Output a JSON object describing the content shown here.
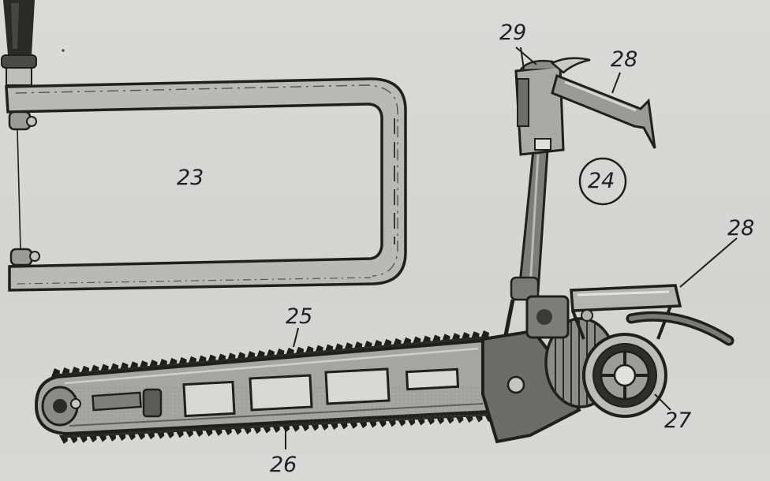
{
  "labels": {
    "saw_frame": "23",
    "circle_label": "24",
    "chain": "25",
    "guide_bar": "26",
    "motor": "27",
    "handle_top": "28",
    "handle_right": "28",
    "clamp": "29"
  }
}
